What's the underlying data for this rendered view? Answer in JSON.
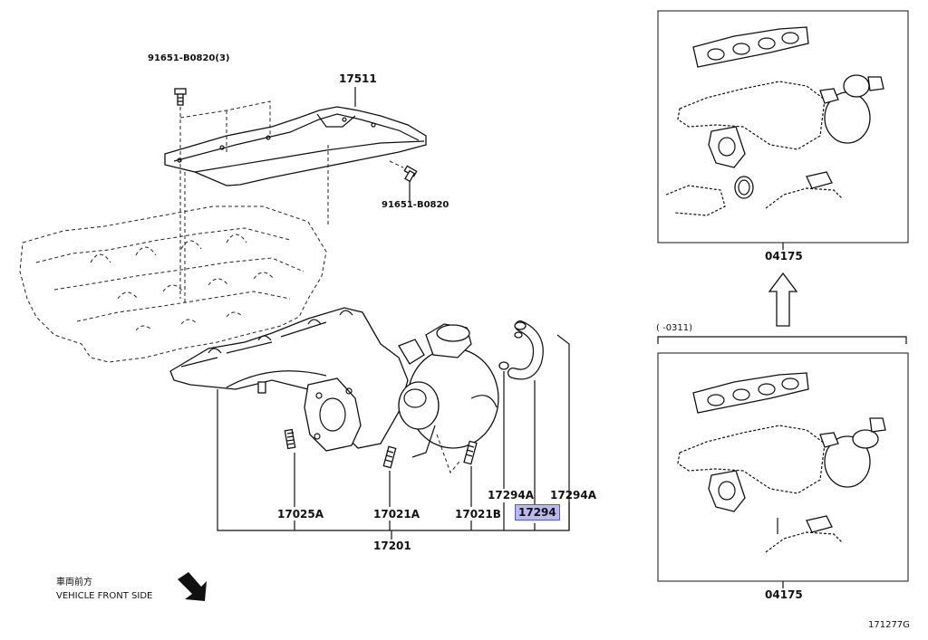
{
  "labels": {
    "bolt_top": "91651-B0820(3)",
    "heat_insulator": "17511",
    "bolt_side": "91651-B0820",
    "stud_a": "17025A",
    "stud_b": "17021A",
    "stud_c": "17021B",
    "clamp_left": "17294A",
    "hose_selected": "17294",
    "clamp_right": "17294A",
    "manifold_assy": "17201",
    "kit_top": "04175",
    "kit_bottom": "04175",
    "range_note": "(      -0311)",
    "direction_jp": "車両前方",
    "direction_en": "VEHICLE FRONT SIDE",
    "figure_code": "171277G"
  },
  "colors": {
    "highlight": "#b9b9ec",
    "ink": "#111111"
  }
}
